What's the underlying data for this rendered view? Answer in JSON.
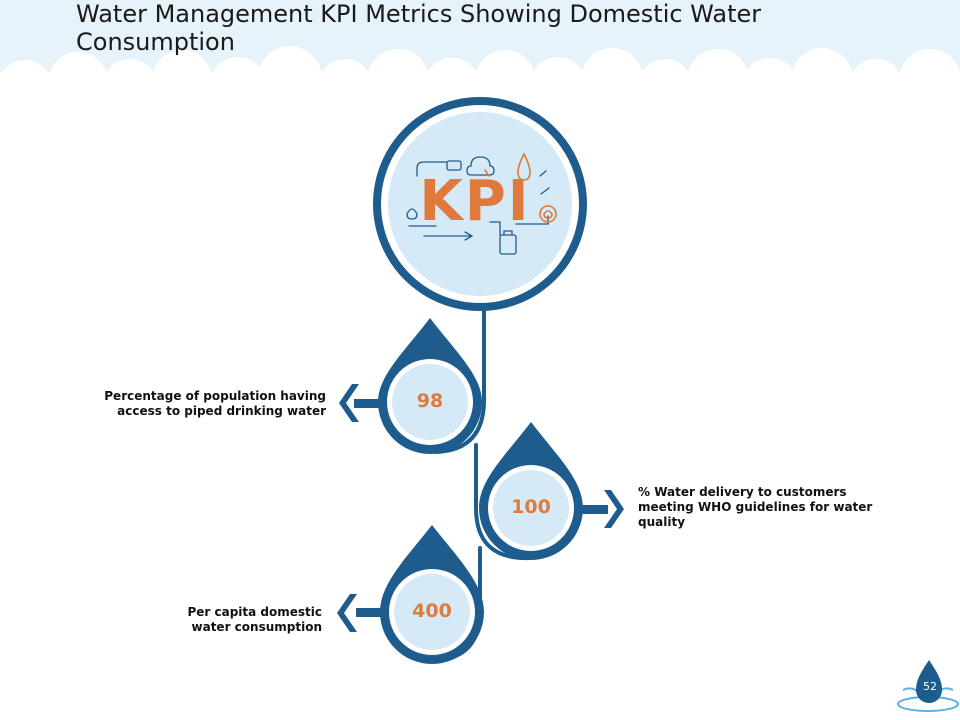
{
  "title": "Water Management KPI Metrics Showing Domestic Water Consumption",
  "badge_text": "KPI",
  "colors": {
    "primary": "#1f5c8e",
    "accent": "#e07a3c",
    "light_fill": "#d6e9f7",
    "sky": "#e6f3fa"
  },
  "kpis": [
    {
      "value": "98",
      "label_line1": "Percentage of population having",
      "label_line2": "access to piped drinking water",
      "label_line3": ""
    },
    {
      "value": "100",
      "label_line1": "% Water delivery to customers",
      "label_line2": "meeting WHO guidelines for water",
      "label_line3": "quality"
    },
    {
      "value": "400",
      "label_line1": "Per capita domestic",
      "label_line2": "water consumption",
      "label_line3": ""
    }
  ],
  "page_number": "52"
}
